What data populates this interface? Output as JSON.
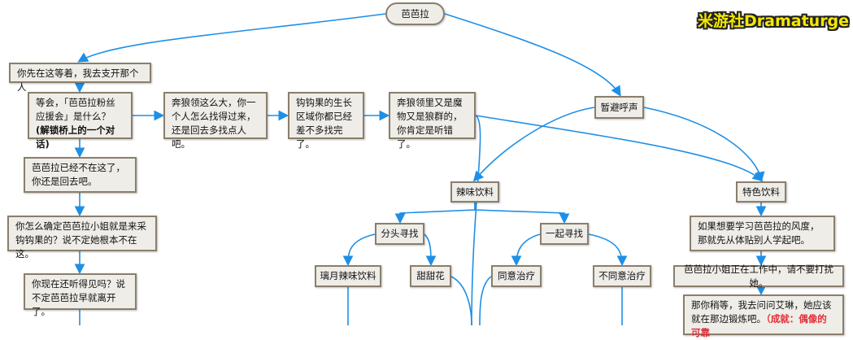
{
  "logo": "米游社Dramaturge",
  "colors": {
    "line": "#1e8fe6",
    "box_bg": "#efede8",
    "box_border": "#8a7e6c"
  },
  "nodes": {
    "root": "芭芭拉",
    "n1": "你先在这等着，我去支开那个人",
    "n2a": "等会，「芭芭拉粉丝应援会」是什么？",
    "n2b": "(解锁桥上的一个对话)",
    "n3": "奔狼领这么大，你一个人怎么找得过来，还是回去多找点人吧。",
    "n4": "钩钩果的生长区域你都已经差不多找完了。",
    "n5": "奔狼领里又是魔物又是狼群的，你肯定是听错了。",
    "n6": "暂避呼声",
    "n7": "芭芭拉已经不在这了，你还是回去吧。",
    "n8": "你怎么确定芭芭拉小姐就是来采钩钩果的？说不定她根本不在这。",
    "n9": "你现在还听得见吗？说不定芭芭拉早就离开了。",
    "n10": "辣味饮料",
    "n11": "特色饮料",
    "n12": "分头寻找",
    "n13": "一起寻找",
    "n14": "璃月辣味饮料",
    "n15": "甜甜花",
    "n16": "同意治疗",
    "n17": "不同意治疗",
    "n18": "如果想要学习芭芭拉的风度，那就先从体贴别人学起吧。",
    "n19": "芭芭拉小姐正在工作中，请不要打扰她。",
    "n20a": "那你稍等，我去问问艾琳，她应该就在那边锻炼吧。",
    "n20b": "（成就：偶像的可靠"
  }
}
